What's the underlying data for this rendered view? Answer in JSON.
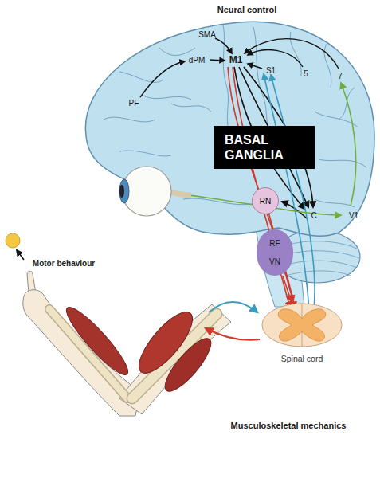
{
  "diagram": {
    "title": "Neural control",
    "nodes": [
      {
        "text": [
          "BASAL GANGLIA"
        ]
      },
      {
        "text": [
          "RN"
        ]
      },
      {
        "text": [
          "RF",
          "VN"
        ]
      },
      {
        "text": [
          "Spinal cord"
        ]
      }
    ],
    "edges": [
      {
        "from": 1,
        "to": 3,
        "arrow": "to"
      },
      {
        "from": 2,
        "to": 3,
        "arrow": "to"
      }
    ],
    "labels": [
      "SMA",
      "PF",
      "dPM",
      "M1",
      "S1",
      "5",
      "7",
      "V1",
      "C",
      "Motor behaviour",
      "Musculoskeletal mechanics"
    ]
  }
}
